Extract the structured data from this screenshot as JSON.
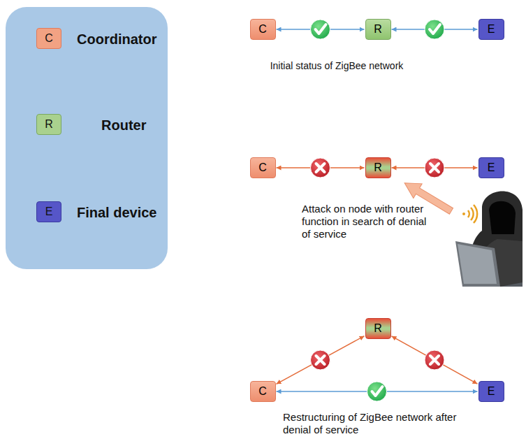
{
  "diagram": {
    "nodes": [
      {
        "text": [
          "C"
        ]
      },
      {
        "text": [
          "R"
        ]
      },
      {
        "text": [
          "E"
        ]
      },
      {
        "text": [
          "C"
        ]
      },
      {
        "text": [
          "R"
        ]
      },
      {
        "text": [
          "E"
        ]
      },
      {
        "text": [
          "R"
        ]
      },
      {
        "text": [
          "C"
        ]
      },
      {
        "text": [
          "E"
        ]
      }
    ],
    "edges": [
      {
        "from": 0,
        "to": 1,
        "arrow": "both"
      },
      {
        "from": 1,
        "to": 2,
        "arrow": "both"
      },
      {
        "from": 3,
        "to": 4,
        "arrow": "both"
      },
      {
        "from": 4,
        "to": 5,
        "arrow": "both"
      },
      {
        "from": 7,
        "to": 6,
        "arrow": "both"
      },
      {
        "from": 6,
        "to": 8,
        "arrow": "both"
      },
      {
        "from": 7,
        "to": 8,
        "arrow": "both"
      }
    ],
    "labels": [
      "C",
      "R",
      "E",
      "Initial status of ZigBee network",
      "Attack on node with router function in search of denial of service",
      "Restructuring of ZigBee network after denial of service"
    ],
    "legend": [
      {
        "text": "Coordinator",
        "color": "#f2a283"
      },
      {
        "text": "Router",
        "color": "#a9d18e"
      },
      {
        "text": "Final device",
        "color": "#5656c8"
      }
    ]
  }
}
